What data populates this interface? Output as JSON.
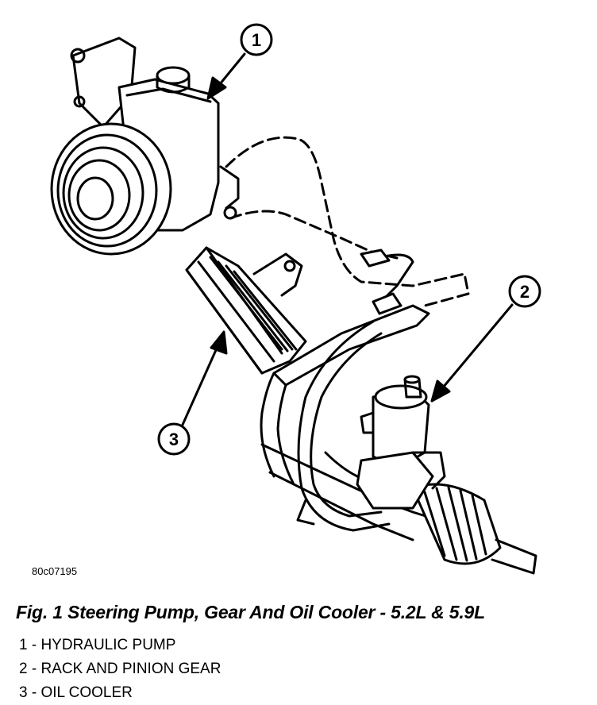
{
  "figure_code": "80c07195",
  "caption": "Fig. 1 Steering Pump, Gear And Oil Cooler - 5.2L & 5.9L",
  "callouts": [
    {
      "number": "1",
      "label": "HYDRAULIC PUMP"
    },
    {
      "number": "2",
      "label": "RACK AND PINION GEAR"
    },
    {
      "number": "3",
      "label": "OIL COOLER"
    }
  ],
  "legend": [
    "1 - HYDRAULIC PUMP",
    "2 - RACK AND PINION GEAR",
    "3 - OIL COOLER"
  ]
}
